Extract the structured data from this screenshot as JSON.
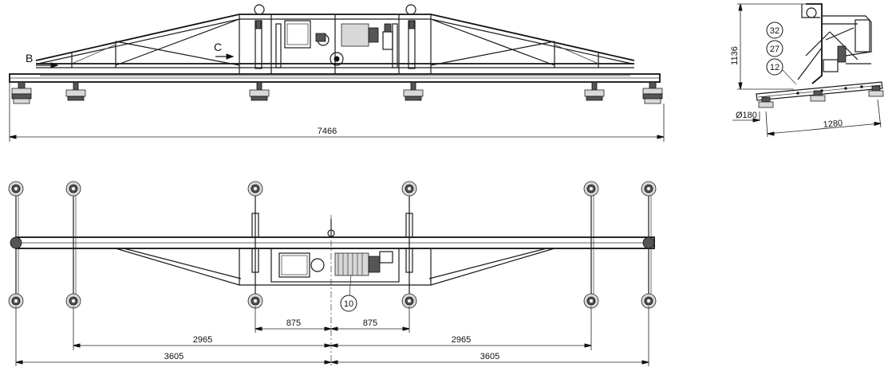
{
  "dimensions": {
    "overall_length": "7466",
    "height": "1136",
    "diameter": "Ø180",
    "pad_spacing": "1280",
    "inner_left": "875",
    "inner_right": "875",
    "mid_left": "2965",
    "mid_right": "2965",
    "outer_left": "3605",
    "outer_right": "3605"
  },
  "section_markers": {
    "b": "B",
    "c": "C"
  },
  "callouts": {
    "c1": "32",
    "c2": "27",
    "c3": "12",
    "c4": "10"
  }
}
